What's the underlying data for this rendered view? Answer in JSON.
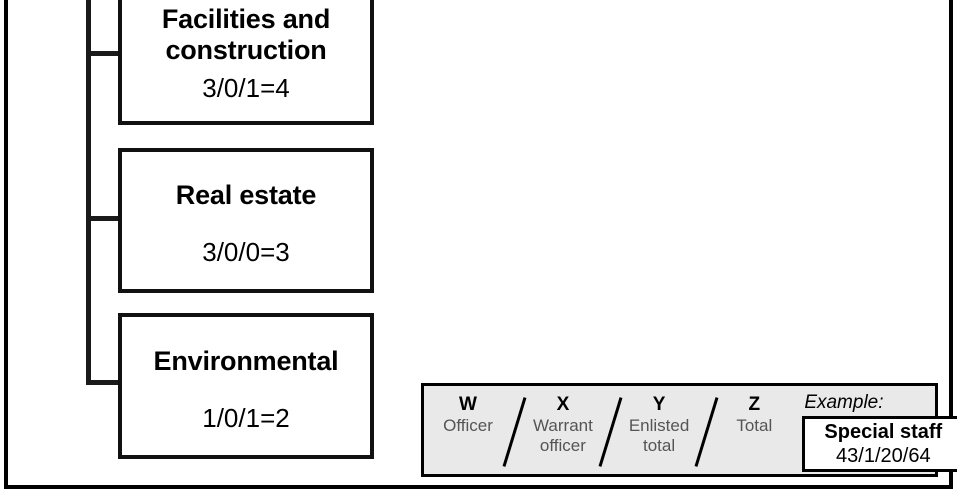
{
  "diagram": {
    "type": "organizational-chart-fragment",
    "nodes": [
      {
        "title": "Facilities and\nconstruction",
        "counts": "3/0/1=4"
      },
      {
        "title": "Real estate",
        "counts": "3/0/0=3"
      },
      {
        "title": "Environmental",
        "counts": "1/0/1=2"
      }
    ]
  },
  "legend": {
    "codes": [
      {
        "letter": "W",
        "desc": "Officer"
      },
      {
        "letter": "X",
        "desc": "Warrant\nofficer"
      },
      {
        "letter": "Y",
        "desc": "Enlisted\ntotal"
      },
      {
        "letter": "Z",
        "desc": "Total"
      }
    ],
    "example": {
      "label": "Example:",
      "title": "Special staff",
      "counts": "43/1/20/64"
    }
  },
  "colors": {
    "line": "#1a1a1a",
    "border": "#000000",
    "legend_background": "#e9e9e9",
    "legend_desc_text": "#555555",
    "page_background": "#ffffff"
  }
}
